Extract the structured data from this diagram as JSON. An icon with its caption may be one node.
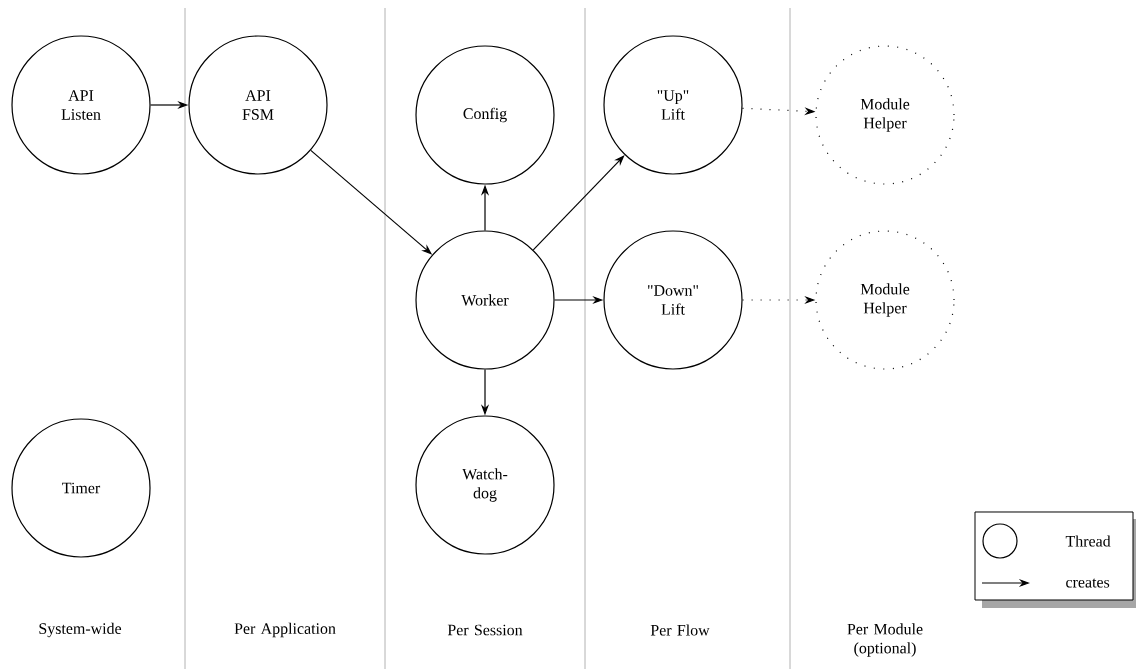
{
  "diagram": {
    "nodes": [
      {
        "text": [
          "API Listen"
        ]
      },
      {
        "text": [
          "API FSM"
        ]
      },
      {
        "text": [
          "Config"
        ]
      },
      {
        "text": [
          "\"Up\" Lift"
        ]
      },
      {
        "text": [
          "Module Helper"
        ]
      },
      {
        "text": [
          "Worker"
        ]
      },
      {
        "text": [
          "\"Down\" Lift"
        ]
      },
      {
        "text": [
          "Module Helper"
        ]
      },
      {
        "text": [
          "Timer"
        ]
      },
      {
        "text": [
          "Watch-dog"
        ]
      }
    ],
    "edges": [
      {
        "from": 0,
        "to": 1,
        "arrow": "to"
      },
      {
        "from": 1,
        "to": 5,
        "arrow": "to"
      },
      {
        "from": 5,
        "to": 2,
        "arrow": "to"
      },
      {
        "from": 5,
        "to": 3,
        "arrow": "to"
      },
      {
        "from": 5,
        "to": 6,
        "arrow": "to"
      },
      {
        "from": 5,
        "to": 9,
        "arrow": "to"
      },
      {
        "from": 3,
        "to": 4,
        "arrow": "to",
        "style": "dashed"
      },
      {
        "from": 6,
        "to": 7,
        "arrow": "to",
        "style": "dashed"
      }
    ],
    "labels": [
      "System-wide",
      "Per Application",
      "Per Session",
      "Per Flow",
      "Per Module (optional)"
    ],
    "legend": [
      {
        "text": "Thread"
      },
      {
        "text": "creates"
      }
    ]
  }
}
